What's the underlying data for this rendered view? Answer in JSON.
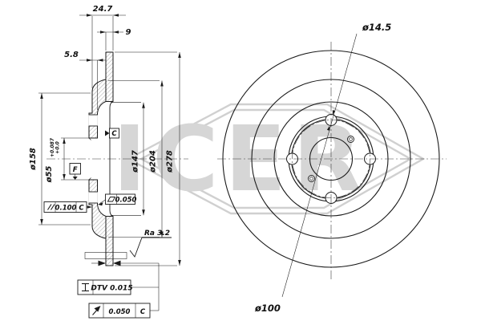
{
  "watermark": {
    "text": "ICER"
  },
  "section": {
    "overall_width": "24.7",
    "friction_thickness": "9",
    "flange_thickness": "5.8",
    "hat_od": "ø158",
    "bore": "ø55",
    "bore_tol_upper": "+0.087",
    "bore_tol_lower": "+0.0",
    "recess_id": "ø147",
    "braking_id": "ø204",
    "outer_od": "ø278",
    "surface_finish": "Ra 3.2",
    "datum_c": "C",
    "datum_f": "F",
    "parallelism_value": "0.100",
    "parallelism_datum": "C",
    "flatness_value": "0.050",
    "dtv_value": "DTV 0.015",
    "runout_value": "0.050",
    "runout_datum": "C"
  },
  "front": {
    "bolt_hole": "ø14.5",
    "bolt_circle": "ø100"
  },
  "colors": {
    "line": "#1a1a1a",
    "watermark": "#d6d6d6"
  }
}
